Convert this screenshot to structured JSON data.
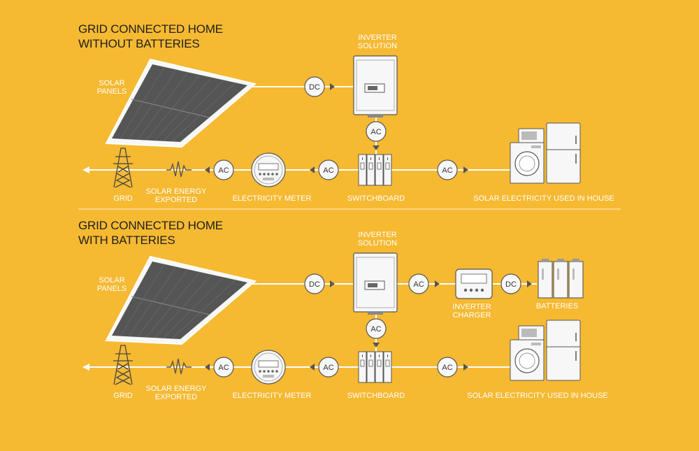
{
  "colors": {
    "background": "#f6b932",
    "line": "#ffffff",
    "device": "#f7f7f7",
    "outline": "#555555",
    "panel": "#555555",
    "text": "#1f1f1f"
  },
  "sections": [
    {
      "title_line1": "GRID CONNECTED HOME",
      "title_line2": "WITHOUT BATTERIES",
      "labels": {
        "solar_panels_1": "SOLAR",
        "solar_panels_2": "PANELS",
        "inverter_1": "INVERTER",
        "inverter_2": "SOLUTION",
        "dc": "DC",
        "ac_inverter": "AC",
        "ac_house": "AC",
        "ac_switch": "AC",
        "ac_grid": "AC",
        "grid": "GRID",
        "exported_1": "SOLAR ENERGY",
        "exported_2": "EXPORTED",
        "meter": "ELECTRICITY METER",
        "switchboard": "SWITCHBOARD",
        "house": "SOLAR ELECTRICITY USED IN HOUSE"
      }
    },
    {
      "title_line1": "GRID CONNECTED HOME",
      "title_line2": "WITH BATTERIES",
      "labels": {
        "solar_panels_1": "SOLAR",
        "solar_panels_2": "PANELS",
        "inverter_1": "INVERTER",
        "inverter_2": "SOLUTION",
        "dc": "DC",
        "ac_charger": "AC",
        "charger_1": "INVERTER",
        "charger_2": "CHARGER",
        "dc_batteries": "DC",
        "batteries": "BATTERIES",
        "ac_inverter": "AC",
        "ac_house": "AC",
        "ac_switch": "AC",
        "ac_grid": "AC",
        "grid": "GRID",
        "exported_1": "SOLAR ENERGY",
        "exported_2": "EXPORTED",
        "meter": "ELECTRICITY METER",
        "switchboard": "SWITCHBOARD",
        "house": "SOLAR ELECTRICITY USED IN HOUSE"
      }
    }
  ]
}
